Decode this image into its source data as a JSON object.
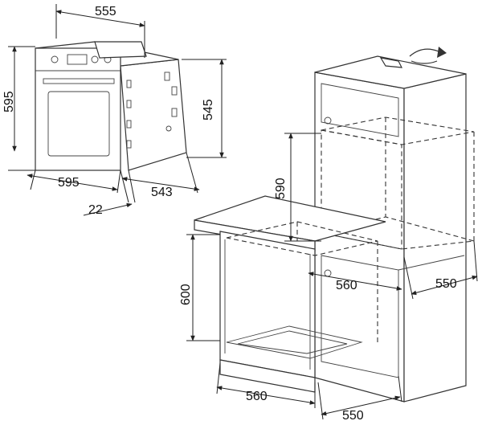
{
  "dimensions": {
    "oven_depth_top": "555",
    "oven_height_front": "595",
    "oven_height_side": "545",
    "oven_width_bottom": "595",
    "oven_depth_bottom": "543",
    "oven_door_thickness": "22",
    "tall_cabinet_niche_height": "590",
    "under_counter_niche_height": "600",
    "tall_cabinet_niche_width": "560",
    "tall_cabinet_niche_depth": "550",
    "under_counter_niche_width": "560",
    "under_counter_niche_depth": "550"
  },
  "colors": {
    "line": "#333333",
    "background": "#ffffff"
  },
  "icons": {
    "ventilation_arrow": "curved-airflow-arrow-icon"
  }
}
